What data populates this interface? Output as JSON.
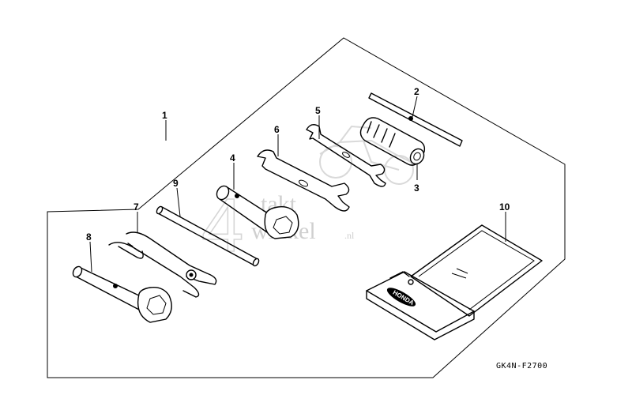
{
  "diagram": {
    "callouts": [
      {
        "id": "1",
        "label": "1"
      },
      {
        "id": "2",
        "label": "2"
      },
      {
        "id": "3",
        "label": "3"
      },
      {
        "id": "4",
        "label": "4"
      },
      {
        "id": "5",
        "label": "5"
      },
      {
        "id": "6",
        "label": "6"
      },
      {
        "id": "7",
        "label": "7"
      },
      {
        "id": "8",
        "label": "8"
      },
      {
        "id": "9",
        "label": "9"
      },
      {
        "id": "10",
        "label": "10"
      }
    ],
    "figure_code": "GK4N-F2700",
    "pouch_logo": "HONDA"
  },
  "watermark": {
    "numeral": "4",
    "word_top": "takt",
    "word_bottom": "winkel",
    "suffix": ".nl"
  }
}
